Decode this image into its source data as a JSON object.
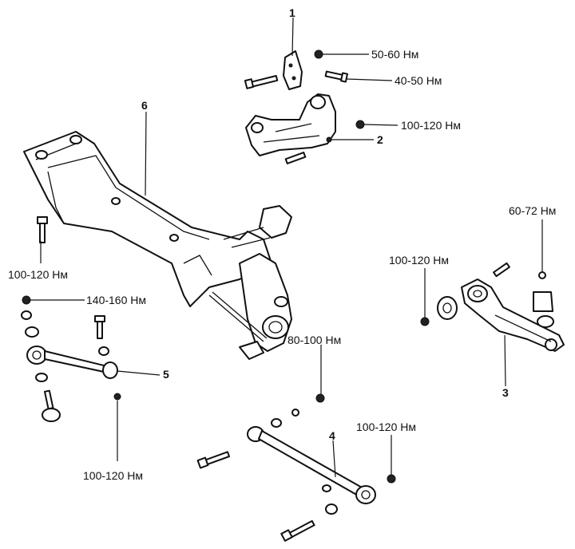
{
  "labels": {
    "callout_1": "1",
    "callout_2": "2",
    "callout_3": "3",
    "callout_4": "4",
    "callout_5": "5",
    "callout_6": "6",
    "torque_nut_top": "50-60 Нм",
    "torque_bolt_top": "40-50 Нм",
    "torque_upper_arm": "100-120 Нм",
    "torque_subframe": "100-120 Нм",
    "torque_stab_nut": "140-160 Нм",
    "torque_knuckle": "80-100 Нм",
    "torque_right_arm_bush": "100-120 Нм",
    "torque_ball_joint": "60-72 Нм",
    "torque_stab_link": "100-120 Нм",
    "torque_lower_link": "100-120 Нм"
  }
}
